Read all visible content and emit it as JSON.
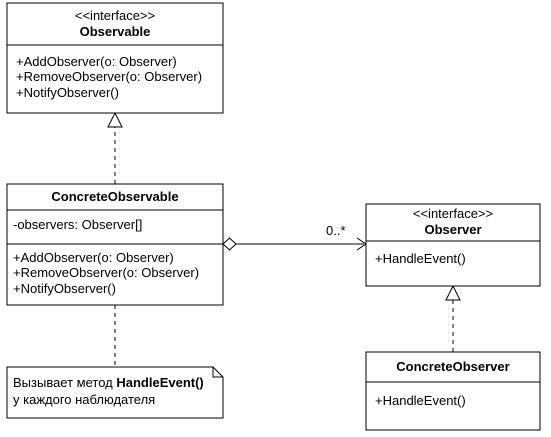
{
  "classes": {
    "observable": {
      "stereotype": "<<interface>>",
      "name": "Observable",
      "methods": [
        "+AddObserver(o: Observer)",
        "+RemoveObserver(o: Observer)",
        "+NotifyObserver()"
      ]
    },
    "concrete_observable": {
      "name": "ConcreteObservable",
      "attributes": [
        "-observers: Observer[]"
      ],
      "methods": [
        "+AddObserver(o: Observer)",
        "+RemoveObserver(o: Observer)",
        "+NotifyObserver()"
      ]
    },
    "observer": {
      "stereotype": "<<interface>>",
      "name": "Observer",
      "methods": [
        "+HandleEvent()"
      ]
    },
    "concrete_observer": {
      "name": "ConcreteObserver",
      "methods": [
        "+HandleEvent()"
      ]
    }
  },
  "association": {
    "multiplicity": "0..*"
  },
  "note": {
    "prefix": "Вызывает метод ",
    "emphasis": "HandleEvent()",
    "line2": "у каждого наблюдателя"
  }
}
